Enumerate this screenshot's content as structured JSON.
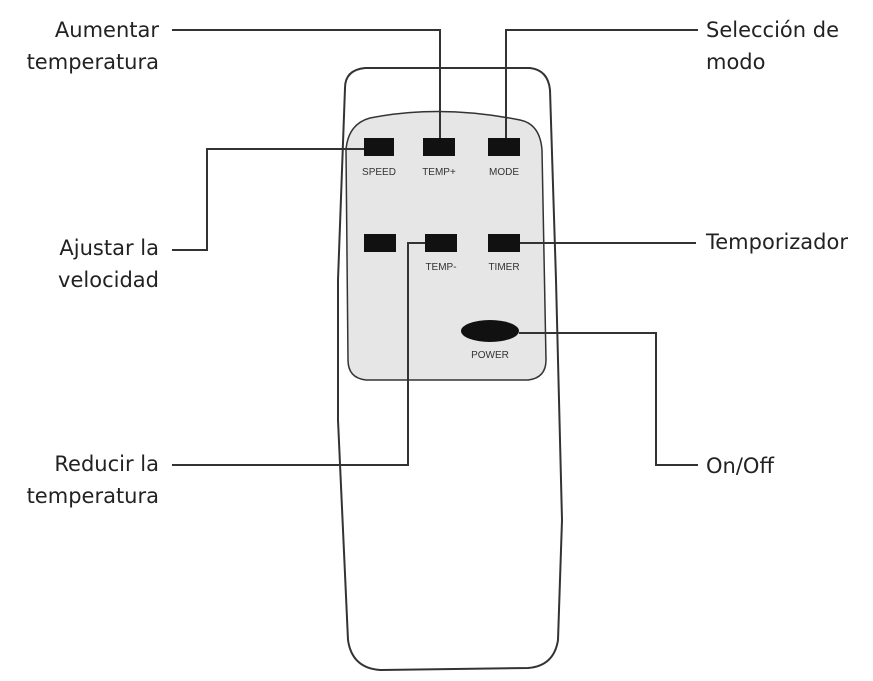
{
  "remote": {
    "buttons": [
      {
        "id": "speed",
        "label": "SPEED"
      },
      {
        "id": "temp-plus",
        "label": "TEMP+"
      },
      {
        "id": "mode",
        "label": "MODE"
      },
      {
        "id": "blank",
        "label": ""
      },
      {
        "id": "temp-minus",
        "label": "TEMP-"
      },
      {
        "id": "timer",
        "label": "TIMER"
      },
      {
        "id": "power",
        "label": "POWER"
      }
    ]
  },
  "callouts": {
    "increase_temp": [
      "Aumentar",
      "temperatura"
    ],
    "mode_select": [
      "Selección de",
      "modo"
    ],
    "adjust_speed": [
      "Ajustar la",
      "velocidad"
    ],
    "timer": [
      "Temporizador"
    ],
    "reduce_temp": [
      "Reducir la",
      "temperatura"
    ],
    "on_off": [
      "On/Off"
    ]
  },
  "colors": {
    "remote_outline": "#333333",
    "panel_fill": "#e6e6e6",
    "button_fill": "#111111",
    "leader_line": "#333333",
    "text": "#222222"
  }
}
